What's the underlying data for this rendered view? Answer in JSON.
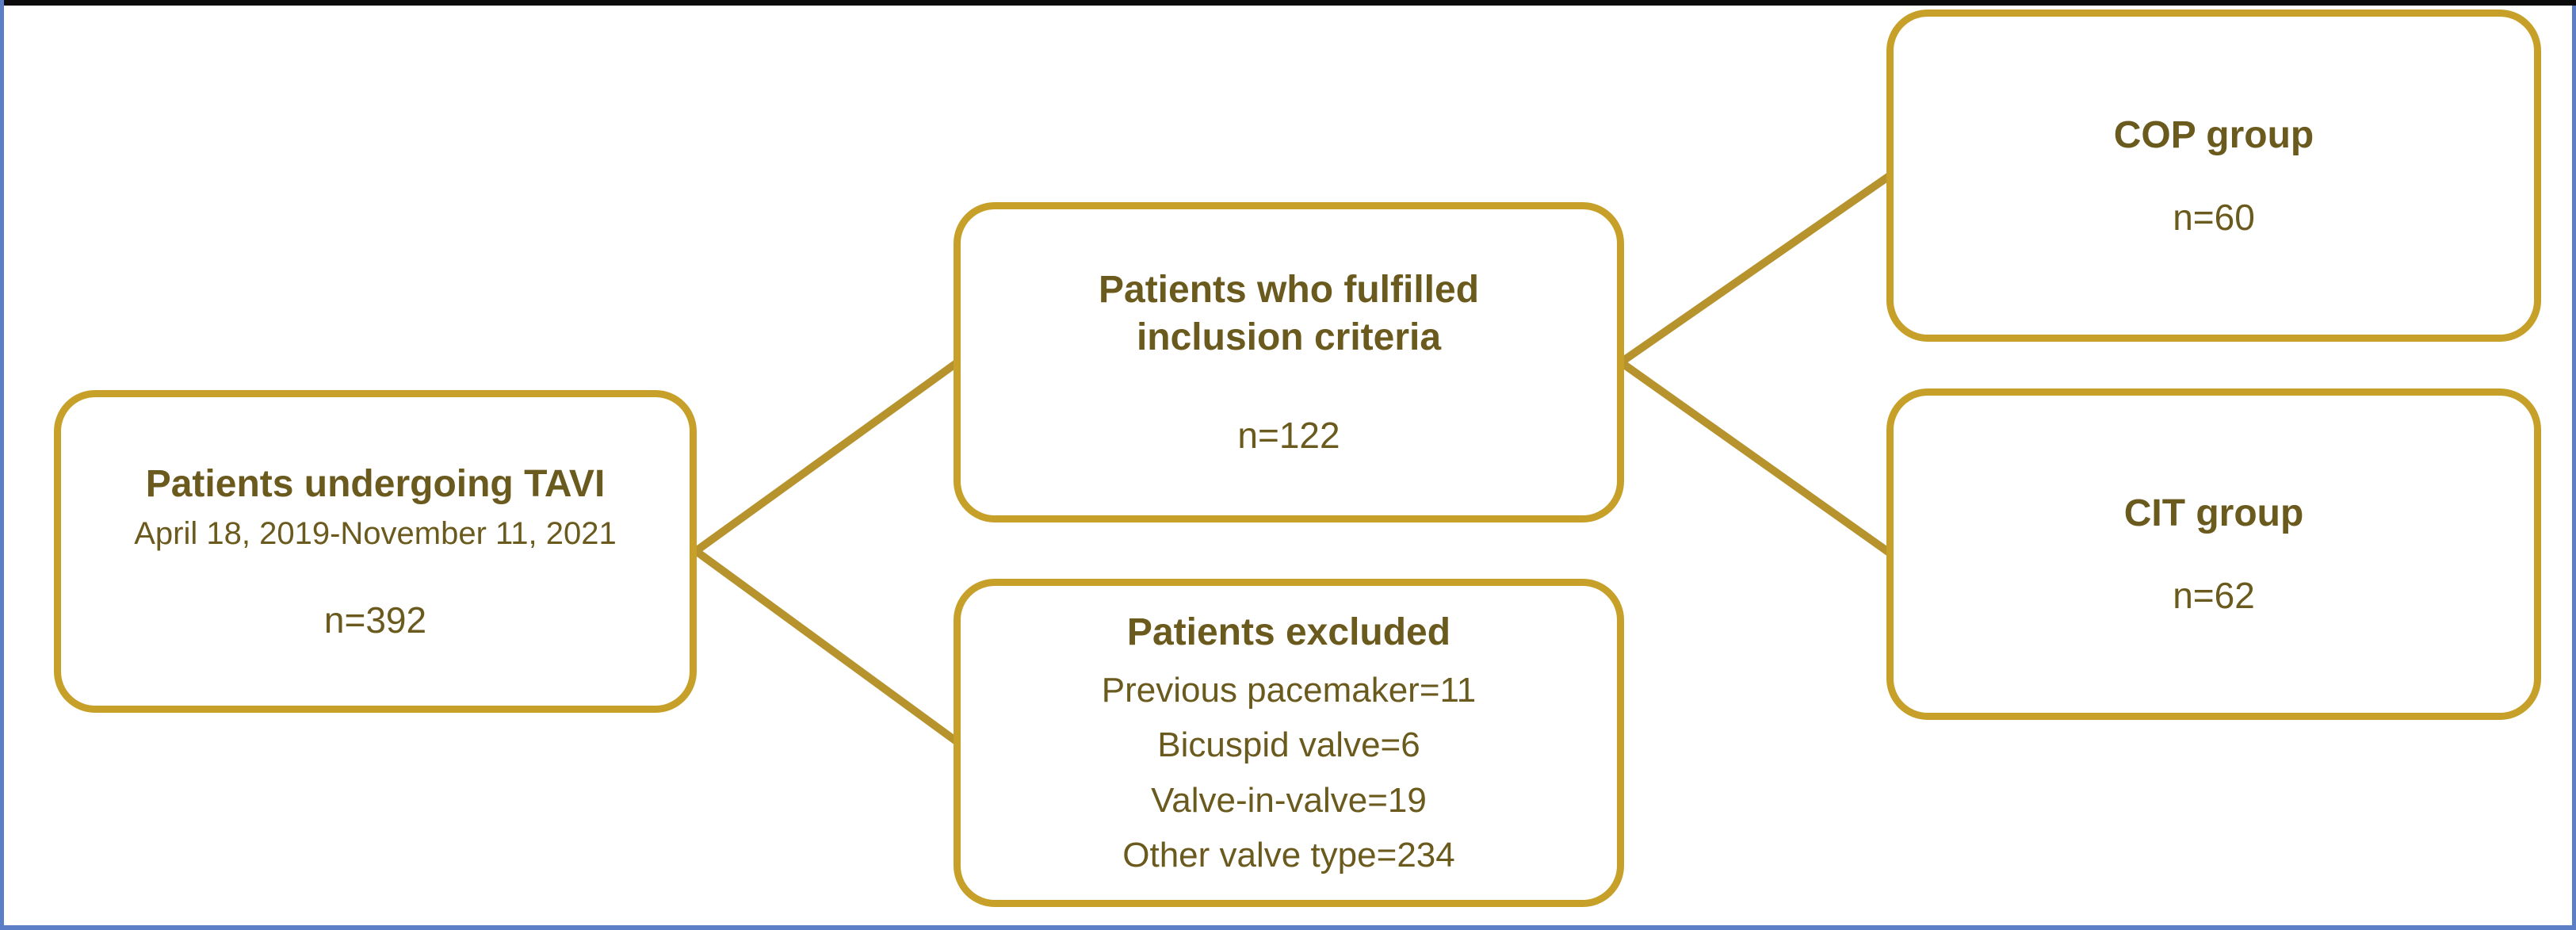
{
  "colors": {
    "frame_blue": "#5B7EC6",
    "top_black": "#0B0B0B",
    "box_border_gold": "#C7A02A",
    "connector_gold": "#B6932C",
    "text_olive": "#6B5A1E"
  },
  "nodes": {
    "source": {
      "title": "Patients undergoing TAVI",
      "subtitle": "April 18, 2019-November 11, 2021",
      "count": "n=392"
    },
    "included": {
      "title": "Patients who fulfilled inclusion criteria",
      "count": "n=122"
    },
    "excluded": {
      "title": "Patients excluded",
      "items": [
        "Previous pacemaker=11",
        "Bicuspid valve=6",
        "Valve-in-valve=19",
        "Other valve type=234"
      ]
    },
    "cop": {
      "title": "COP group",
      "count": "n=60"
    },
    "cit": {
      "title": "CIT group",
      "count": "n=62"
    }
  }
}
